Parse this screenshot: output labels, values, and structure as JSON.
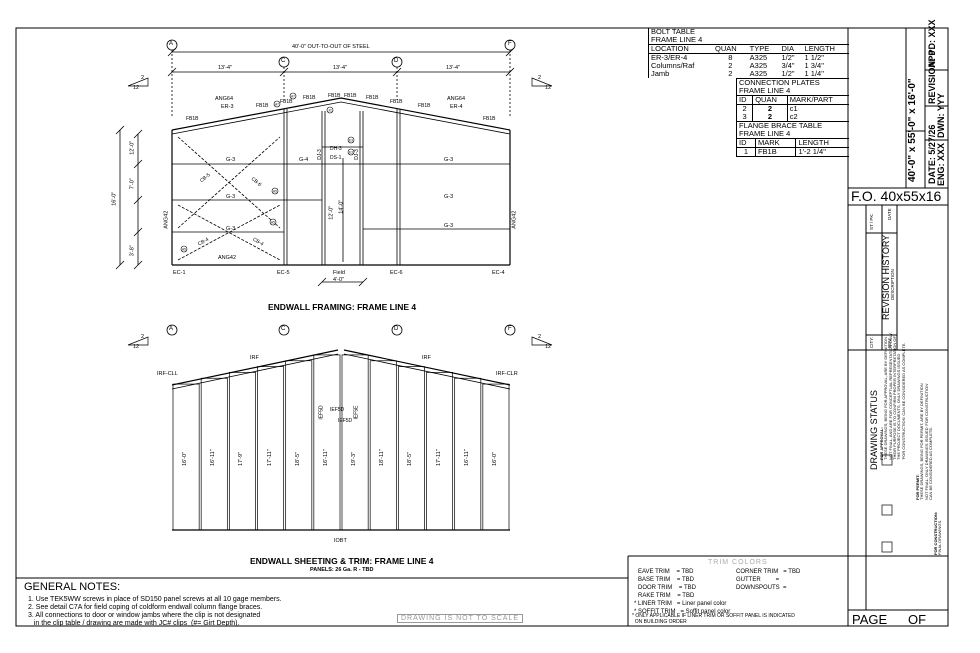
{
  "title_block": {
    "size": "F.O. 40x55x16",
    "dimensions": "40'-0\" x 55'-0\" x 16'-0\"",
    "revision": "REVISION: 0",
    "appd": "APPD: XXX",
    "date": "DATE: 5/27/26",
    "dwn": "DWN: YYY",
    "eng": "ENG: XXX",
    "page": "PAGE",
    "of": "OF"
  },
  "revision_history": {
    "title": "REVISION HISTORY",
    "st": "ST / PK:",
    "date": "DATE",
    "desc": "DESCRIPTION",
    "rev": "REV:",
    "city": "CITY:"
  },
  "drawing_status": {
    "title": "DRAWING STATUS",
    "approval_head": "FOR APPROVAL:",
    "approval_text": [
      "THESE DRAWINGS, BEING FOR APPROVAL, ARE BY DEFINITION",
      "NOT FINAL, AND ARE FOR CONCEPTUAL REPRESENTATION ONLY.",
      "THEIR PURPOSE IS TO CONFIRM PROPER INTERPRETATION OF",
      "THE PROJECT DOCUMENTS. ONLY DRAWINGS ISSUED",
      "'FOR CONSTRUCTION' CAN BE CONSIDERED AS COMPLETE."
    ],
    "permit_head": "FOR PERMIT:",
    "permit_text": [
      "THESE DRAWINGS, BEING FOR PERMIT, ARE BY DEFINITION",
      "NOT FINAL. ONLY DRAWINGS ISSUED 'FOR CONSTRUCTION'",
      "CAN BE CONSIDERED AS COMPLETE."
    ],
    "construction_head": "FOR CONSTRUCTION:",
    "construction_text": [
      "FINAL DRAWINGS."
    ]
  },
  "bolt_table": {
    "title": "BOLT TABLE",
    "subtitle": "FRAME LINE 4",
    "headers": [
      "LOCATION",
      "QUAN",
      "TYPE",
      "DIA",
      "LENGTH"
    ],
    "rows": [
      [
        "ER-3/ER-4",
        "8",
        "A325",
        "1/2\"",
        "1 1/2\""
      ],
      [
        "Columns/Raf",
        "2",
        "A325",
        "3/4\"",
        "1 3/4\""
      ],
      [
        "Jamb",
        "2",
        "A325",
        "1/2\"",
        "1 1/4\""
      ]
    ]
  },
  "connection_plates": {
    "title": "CONNECTION PLATES",
    "subtitle": "FRAME LINE 4",
    "headers": [
      "ID",
      "QUAN",
      "MARK/PART"
    ],
    "rows": [
      [
        "2",
        "2",
        "c1"
      ],
      [
        "3",
        "2",
        "c2"
      ]
    ]
  },
  "flange_brace": {
    "title": "FLANGE BRACE TABLE",
    "subtitle": "FRAME LINE 4",
    "headers": [
      "ID",
      "MARK",
      "LENGTH"
    ],
    "rows": [
      [
        "1",
        "FB1B",
        "1'-2 1/4\""
      ]
    ]
  },
  "framing": {
    "title": "ENDWALL FRAMING: FRAME LINE 4",
    "grid": [
      "A",
      "C",
      "D",
      "F"
    ],
    "overall": "40'-0\"  OUT-TO-OUT OF STEEL",
    "bays": [
      "13'-4\"",
      "13'-4\"",
      "13'-4\""
    ],
    "slope_rise": "2",
    "slope_run": "12",
    "columns": [
      "EC-1",
      "EC-5",
      "EC-6",
      "EC-4"
    ],
    "rafter_left": "ER-3",
    "rafter_right": "ER-4",
    "angle": "ANG64",
    "angle_bottom": "ANG42",
    "fb": "FB1B",
    "girts": [
      "G-3",
      "G-4",
      "G-3"
    ],
    "braces": [
      "CB-5",
      "CB-6",
      "CB-4",
      "CB-4"
    ],
    "door_labels": [
      "DH-3",
      "DS-1",
      "DJ-3",
      "DJ-3"
    ],
    "left_dims": [
      "12'-0\"",
      "7'-0\"",
      "3'-8\""
    ],
    "overall_height": "16'-0\"",
    "door_height": "12'-0\"",
    "door_height2": "14'-0\"",
    "field_label": "Field",
    "field_dim": "4'-0\"",
    "clip_marks": [
      "A7",
      "A7",
      "JC",
      "E3",
      "E3",
      "A5",
      "A5",
      "A5"
    ]
  },
  "sheeting": {
    "title": "ENDWALL SHEETING & TRIM: FRAME LINE 4",
    "panels_note": "PANELS: 26 Ga. R - TBD",
    "grid": [
      "A",
      "C",
      "D",
      "F"
    ],
    "trims": [
      "IRF-CLL",
      "IRF",
      "IRF",
      "IRF-CLR"
    ],
    "panel_heights": [
      "16'-0\"",
      "16'-11\"",
      "17'-9\"",
      "17'-11\"",
      "18'-5\"",
      "16'-11\"",
      "19'-3\"",
      "18'-11\"",
      "18'-5\"",
      "17'-11\"",
      "16'-11\"",
      "16'-0\""
    ],
    "door_trims": [
      "IEF5D",
      "IEF5D",
      "IEF5D",
      "IEF5E"
    ],
    "base": "IOBT"
  },
  "notes": {
    "title": "GENERAL NOTES:",
    "items": [
      "1. Use TEK5WW screws in place of SD150 panel screws at all 10 gage members.",
      "2. See detail C7A for field coping of coldform endwall column flange braces.",
      "3. All connections to door or window jambs where the clip is not designated",
      "   in the clip table / drawing are made with JC# clips  (#= Girt Depth)."
    ],
    "not_to_scale": "DRAWING IS NOT TO SCALE"
  },
  "trim_colors": {
    "title": "TRIM COLORS",
    "left": [
      "EAVE TRIM    = TBD",
      "BASE TRIM    = TBD",
      "DOOR TRIM    = TBD",
      "RAKE TRIM    = TBD",
      "* LINER TRIM   = Liner panel color",
      "* SOFFIT TRIM   = Soffit panel color"
    ],
    "right": [
      "CORNER TRIM   = TBD",
      "GUTTER         =",
      "DOWNSPOUTS  ="
    ],
    "footnote1": "* ONLY APPLICABLE IF LINER TRIM OR SOFFIT PANEL IS INDICATED",
    "footnote2": "  ON BUILDING ORDER"
  }
}
